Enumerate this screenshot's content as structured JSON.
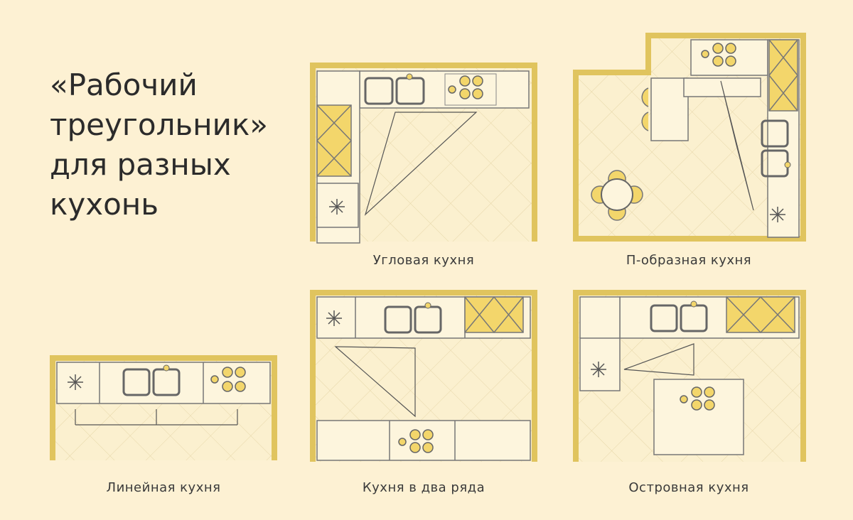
{
  "title_lines": [
    "«Рабочий",
    "треугольник»",
    "для разных",
    "кухонь"
  ],
  "kitchens": {
    "corner": "Угловая кухня",
    "u_shaped": "П-образная кухня",
    "linear": "Линейная кухня",
    "two_row": "Кухня в два ряда",
    "island": "Островная кухня"
  },
  "colors": {
    "background": "#fdf1d3",
    "wall": "#e0c45e",
    "line": "#6b6b6b",
    "accent": "#f3d66b",
    "floor": "#fbf0cf"
  },
  "icons": [
    "snowflake-icon",
    "sink-icon",
    "stove-icon",
    "dining-table-icon",
    "bar-stool-icon"
  ]
}
